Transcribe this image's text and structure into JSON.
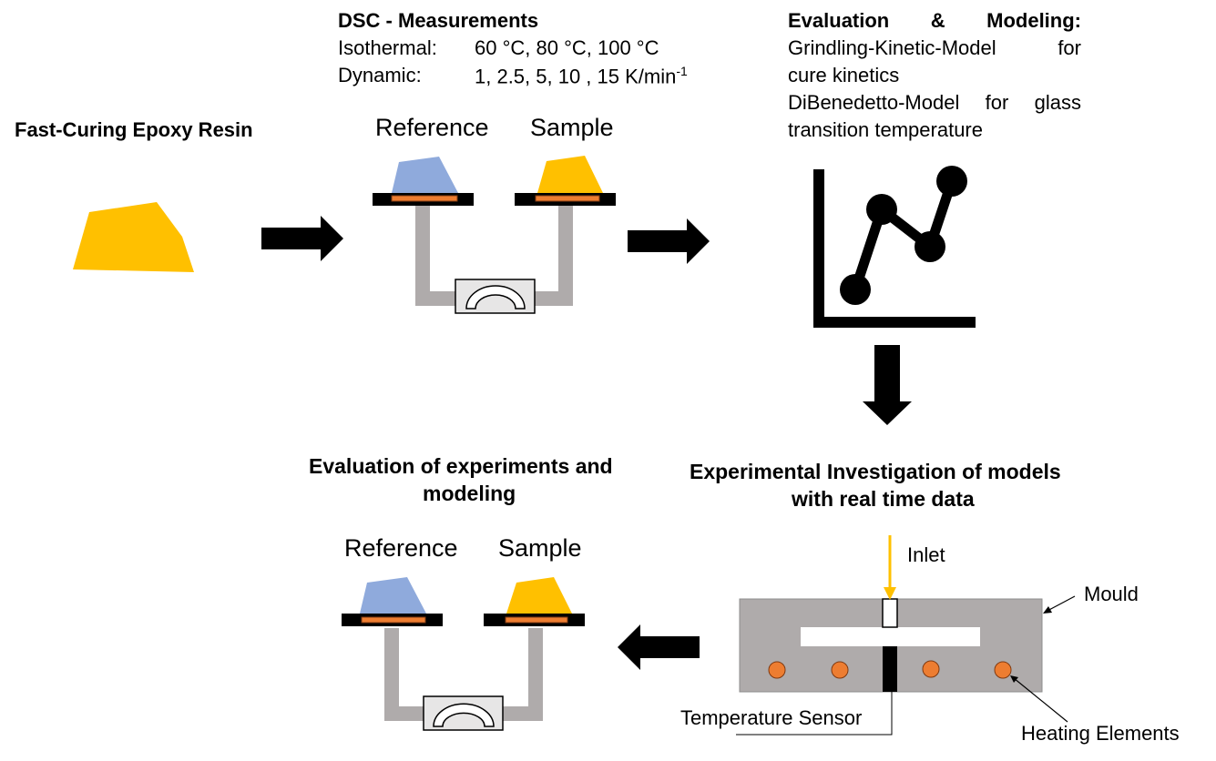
{
  "start": {
    "title": "Fast-Curing Epoxy Resin"
  },
  "dsc": {
    "title": "DSC - Measurements",
    "isothermal_label": "Isothermal:",
    "isothermal_values": "60 °C, 80 °C, 100 °C",
    "dynamic_label": "Dynamic:",
    "dynamic_values": "1, 2.5, 5, 10 , 15 K/min",
    "dynamic_unit_exp": "-1",
    "reference_label": "Reference",
    "sample_label": "Sample"
  },
  "evaluation": {
    "title": "Evaluation & Modeling:",
    "lines": [
      "Grindling-Kinetic-Model for",
      "cure kinetics",
      "DiBenedetto-Model for glass",
      "transition temperature"
    ]
  },
  "experimental": {
    "title_line1": "Experimental Investigation of models",
    "title_line2": "with real time data",
    "inlet_label": "Inlet",
    "mould_label": "Mould",
    "sensor_label": "Temperature Sensor",
    "heating_label": "Heating Elements"
  },
  "evaluation_experiments": {
    "title_line1": "Evaluation of experiments and",
    "title_line2": "modeling",
    "reference_label": "Reference",
    "sample_label": "Sample"
  },
  "colors": {
    "resin": "#FFC000",
    "reference": "#8FAADC",
    "pan": "#ED7D31",
    "frame": "#AFABAB",
    "heater": "#ED7D31",
    "inlet_arrow": "#FFC000"
  }
}
